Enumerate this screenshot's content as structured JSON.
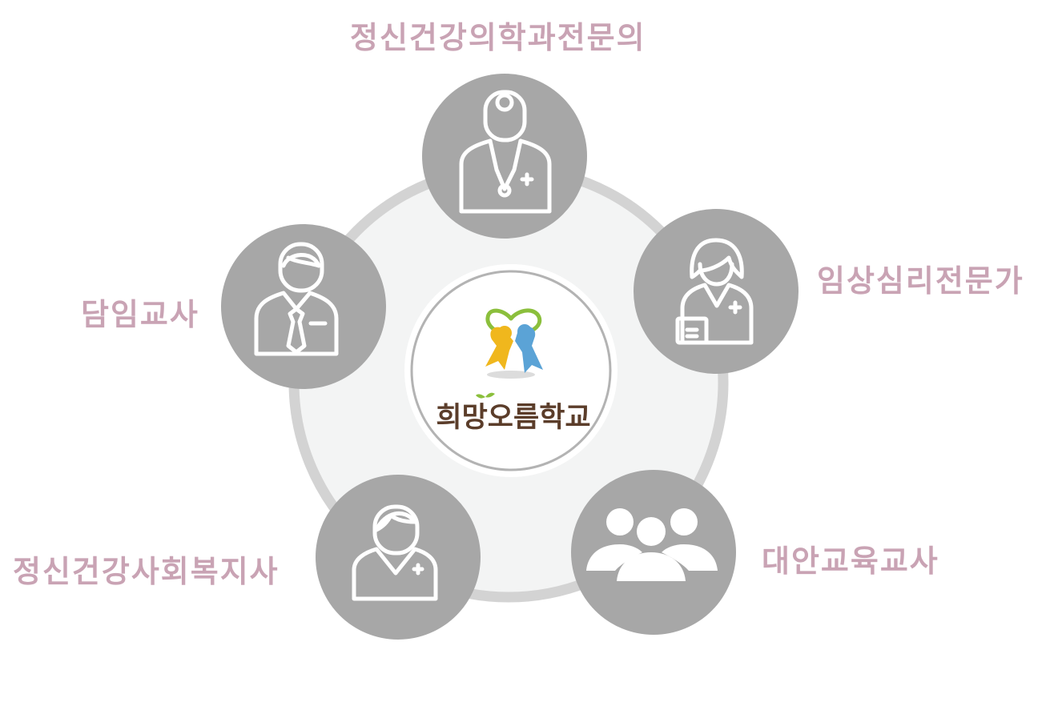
{
  "center": {
    "logo_text": "희망오름학교"
  },
  "roles": {
    "psychiatrist": {
      "label": "정신건강의학과전문의",
      "icon": "doctor-stethoscope-icon"
    },
    "psychologist": {
      "label": "임상심리전문가",
      "icon": "female-clinician-icon"
    },
    "alt_teacher": {
      "label": "대안교육교사",
      "icon": "group-people-icon"
    },
    "social_worker": {
      "label": "정신건강사회복지사",
      "icon": "female-social-worker-icon"
    },
    "homeroom": {
      "label": "담임교사",
      "icon": "male-teacher-tie-icon"
    }
  },
  "colors": {
    "label_text": "#c9a3b4",
    "node_fill": "#a7a7a7",
    "ring": "#d3d3d3",
    "inner_disc": "#f3f4f4",
    "logo_text": "#5b3d2a",
    "logo_heart": "#8bbf3c",
    "logo_child_left": "#f0b71d",
    "logo_child_right": "#5ba3d6"
  }
}
